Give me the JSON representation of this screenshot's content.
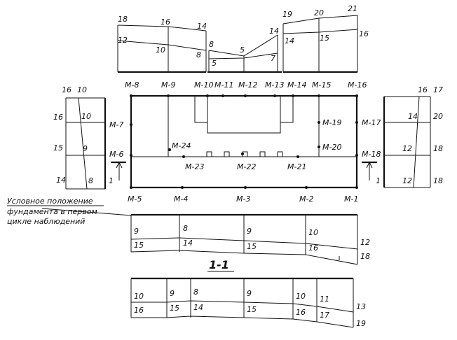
{
  "markers": {
    "top": [
      "M-8",
      "M-9",
      "M-10",
      "M-11",
      "M-12",
      "M-13",
      "M-14",
      "M-15",
      "M-16"
    ],
    "bottom": [
      "M-5",
      "M-4",
      "M-3",
      "M-2",
      "M-1"
    ],
    "left": [
      "M-7",
      "M-6"
    ],
    "right": [
      "M-17",
      "M-18"
    ],
    "inner": [
      "M-24",
      "M-23",
      "M-22",
      "M-21",
      "M-19",
      "M-20"
    ]
  },
  "top_profile": {
    "upper": [
      "18",
      "16",
      "14",
      "8",
      "5",
      "14",
      "19",
      "20",
      "21"
    ],
    "lower": [
      "12",
      "10",
      "8",
      "5",
      "7",
      "14",
      "15",
      "16"
    ]
  },
  "left_profile": {
    "header": [
      "16",
      "10"
    ],
    "cells": [
      "16",
      "10",
      "15",
      "9",
      "14",
      "8"
    ]
  },
  "right_profile": {
    "header": [
      "16",
      "17"
    ],
    "cells": [
      "14",
      "20",
      "12",
      "18",
      "12",
      "18"
    ]
  },
  "profile_mid": {
    "upper": [
      "9",
      "8",
      "9",
      "10",
      "12"
    ],
    "lower": [
      "15",
      "14",
      "15",
      "16",
      "18"
    ]
  },
  "profile_bottom": {
    "upper": [
      "10",
      "9",
      "8",
      "9",
      "10",
      "11",
      "13"
    ],
    "lower": [
      "16",
      "15",
      "14",
      "15",
      "16",
      "17",
      "19"
    ]
  },
  "section_label": "1-1",
  "cut_mark": "1",
  "note": {
    "line1": "Условное положение",
    "line2": "фундамента в первом",
    "line3": "цикле наблюдений"
  }
}
